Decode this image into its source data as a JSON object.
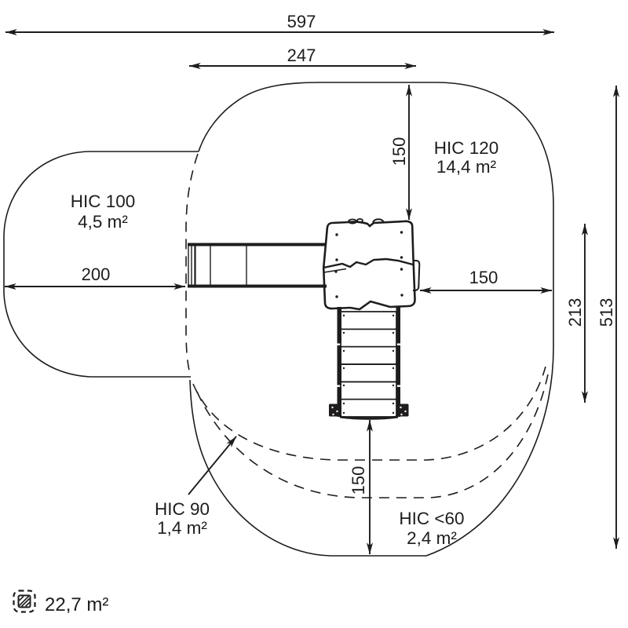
{
  "drawing": {
    "type": "playground-safety-zone-plan"
  },
  "dimensions": {
    "total_width": "597",
    "upper_width": "247",
    "upper_height": "150",
    "left_width": "200",
    "right_width": "150",
    "inner_height": "213",
    "total_height": "513",
    "bottom_height": "150"
  },
  "zones": {
    "hic120": {
      "name": "HIC 120",
      "area": "14,4 m²"
    },
    "hic100": {
      "name": "HIC 100",
      "area": "4,5 m²"
    },
    "hic90": {
      "name": "HIC 90",
      "area": "1,4 m²"
    },
    "hic60": {
      "name": "HIC <60",
      "area": "2,4 m²"
    }
  },
  "legend": {
    "total_area": "22,7 m²"
  },
  "colors": {
    "ink": "#1e1c1d",
    "background": "#ffffff"
  }
}
